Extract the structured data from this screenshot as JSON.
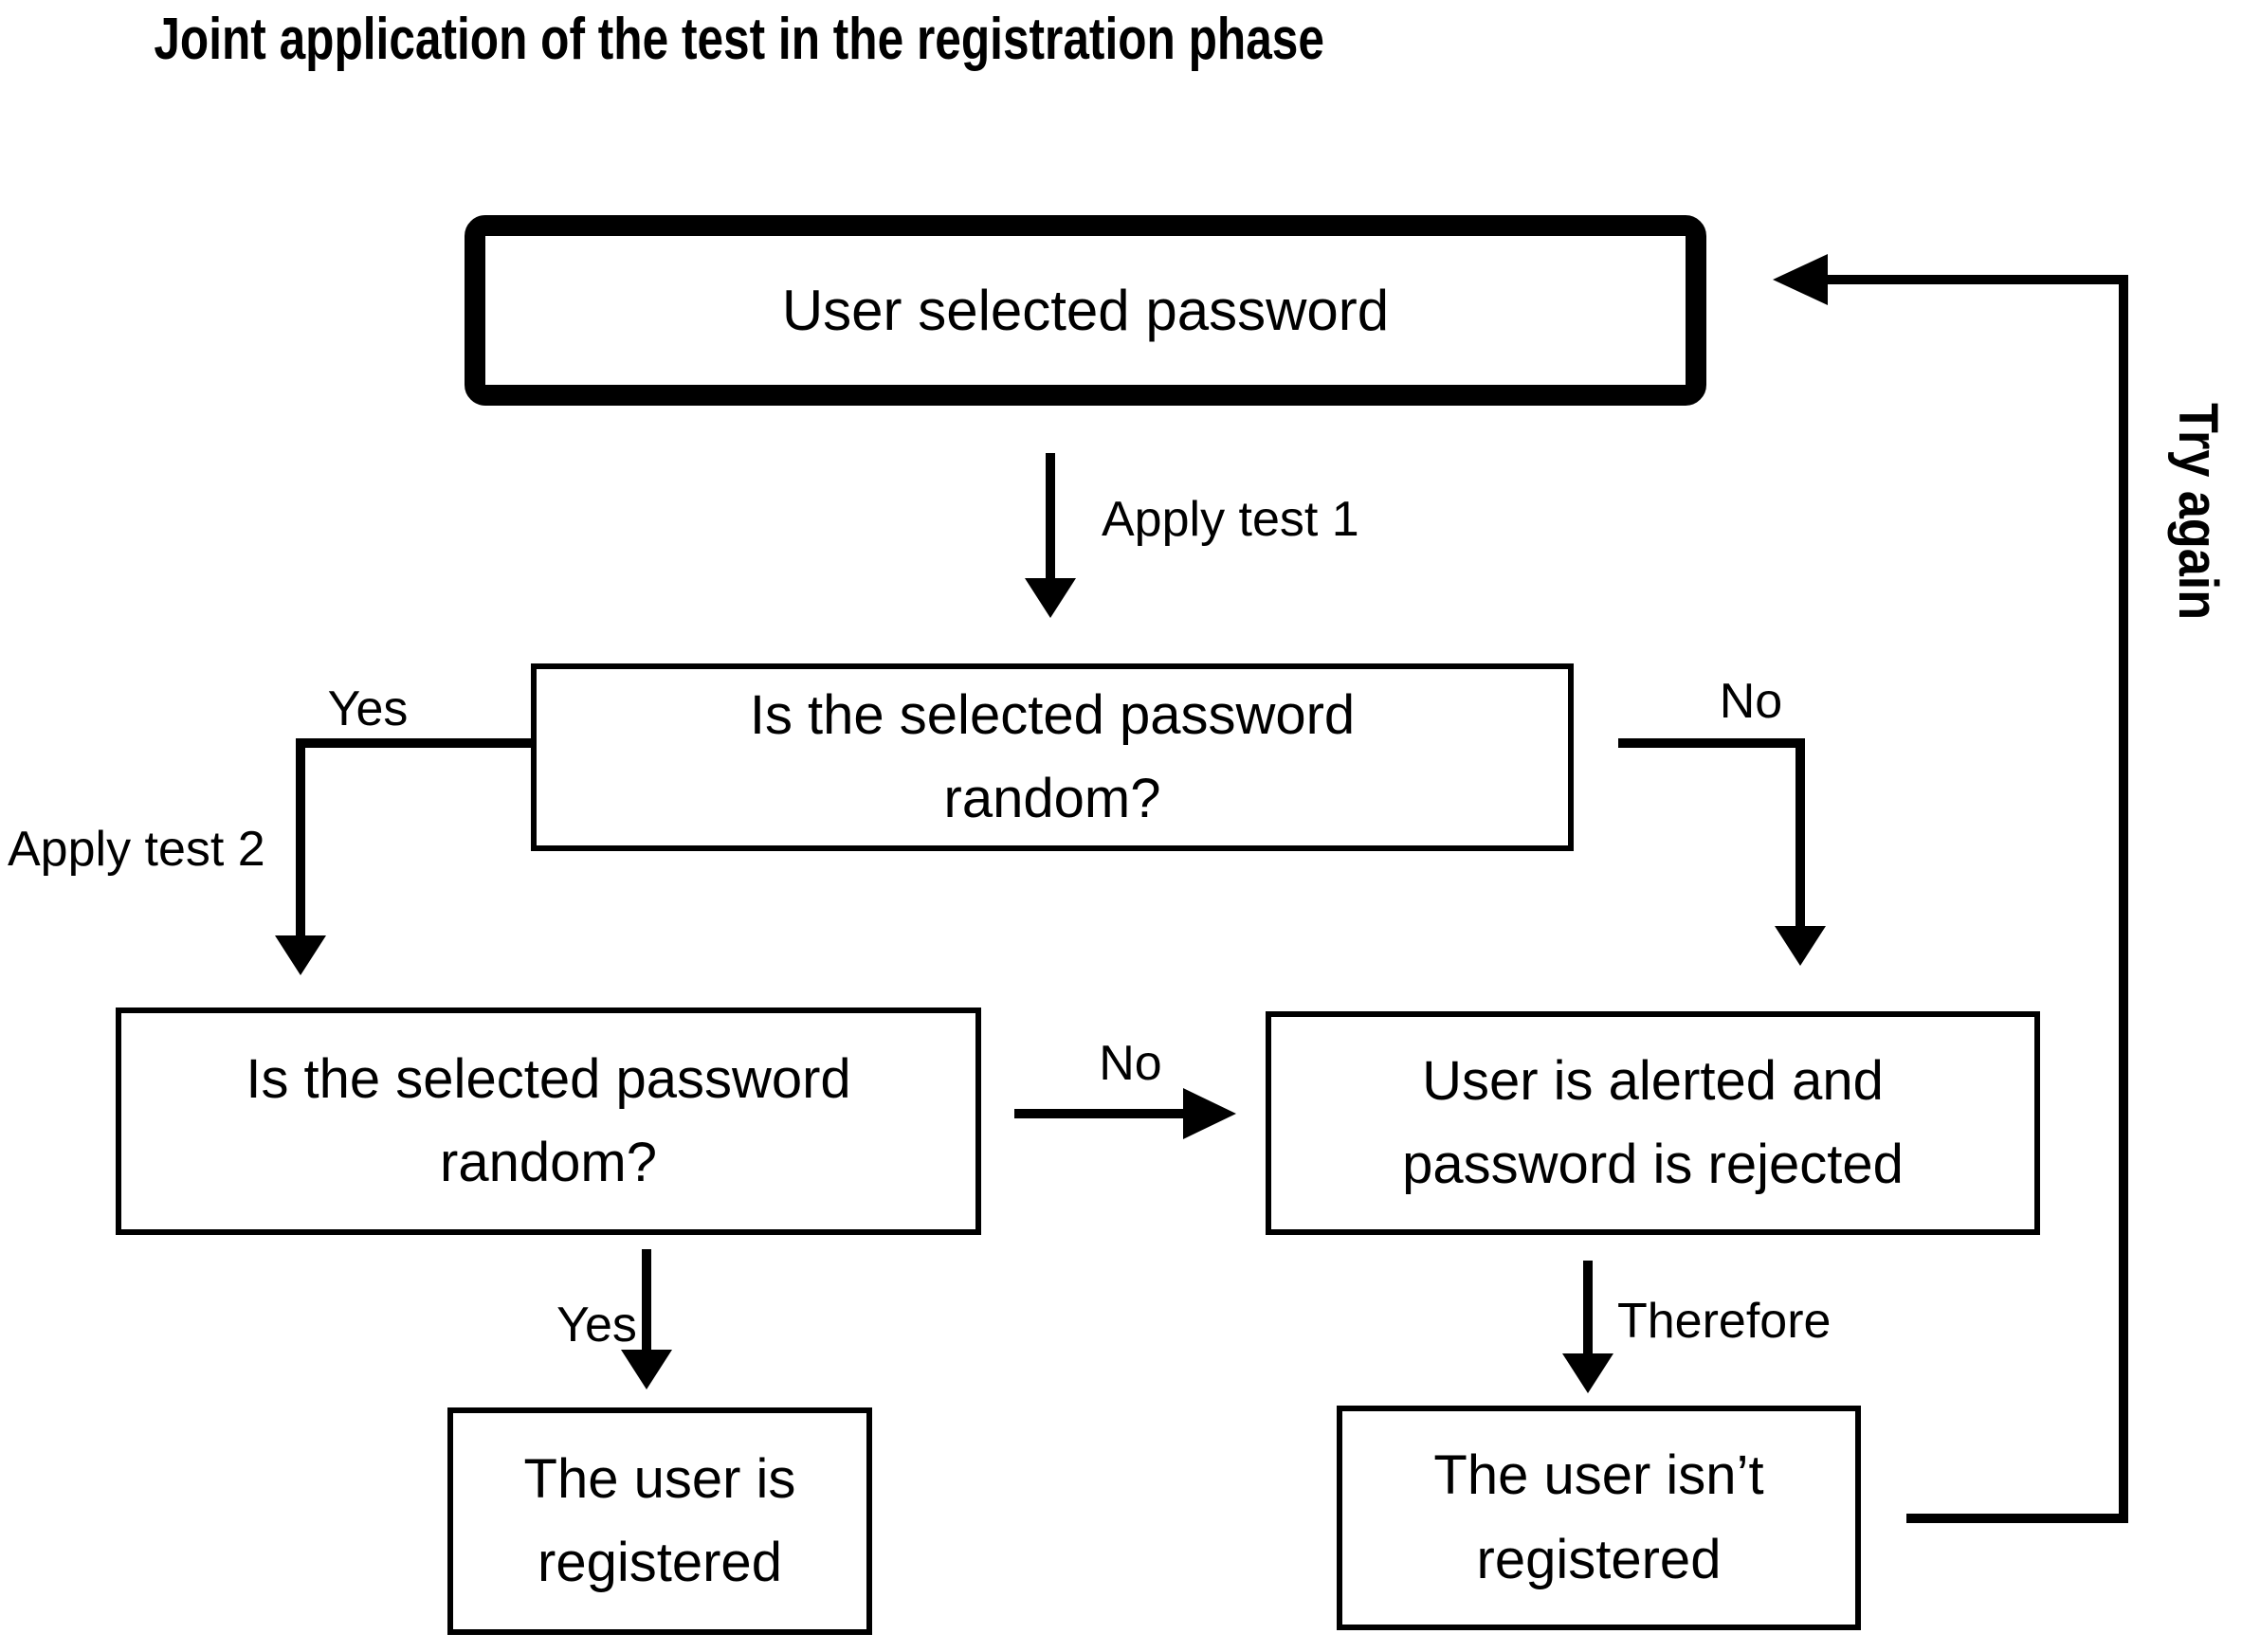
{
  "title": "Joint application of the test in the registration phase",
  "nodes": {
    "start": {
      "lines": [
        "User selected password"
      ]
    },
    "test1": {
      "lines": [
        "Is the selected password",
        "random?"
      ]
    },
    "test2": {
      "lines": [
        "Is the selected password",
        "random?"
      ]
    },
    "rejected": {
      "lines": [
        "User is alerted and",
        "password is rejected"
      ]
    },
    "registered": {
      "lines": [
        "The user is",
        "registered"
      ]
    },
    "not_registered": {
      "lines": [
        "The user isn’t",
        "registered"
      ]
    }
  },
  "edge_labels": {
    "apply_test_1": "Apply test 1",
    "apply_test_2": "Apply test 2",
    "test1_yes": "Yes",
    "test1_no": "No",
    "test2_yes": "Yes",
    "test2_no": "No",
    "therefore": "Therefore",
    "try_again": "Try again"
  },
  "colors": {
    "line": "#000000",
    "text": "#000000",
    "background": "#ffffff"
  }
}
